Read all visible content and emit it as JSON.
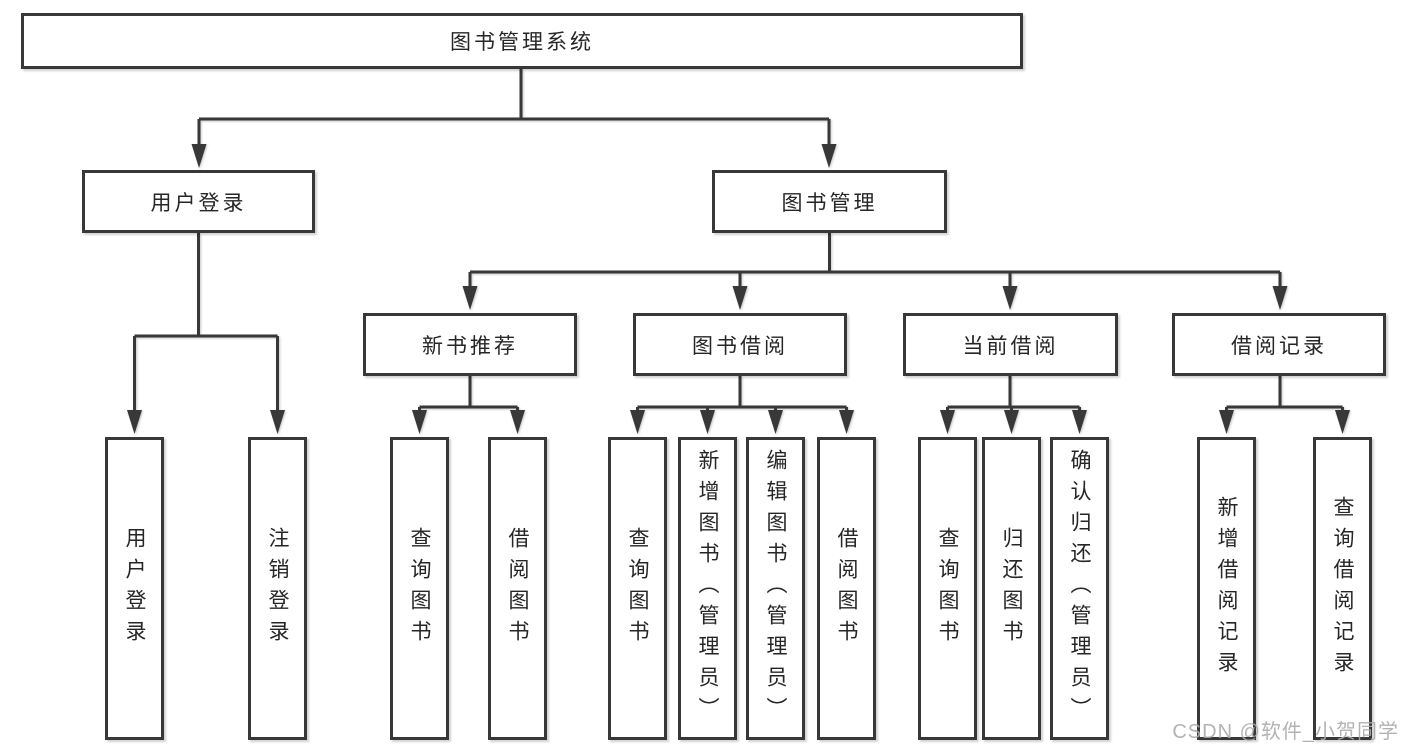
{
  "tree": {
    "label": "图书管理系统",
    "children": [
      {
        "label": "用户登录",
        "children": [
          {
            "label": "用户登录"
          },
          {
            "label": "注销登录"
          }
        ]
      },
      {
        "label": "图书管理",
        "children": [
          {
            "label": "新书推荐",
            "children": [
              {
                "label": "查询图书"
              },
              {
                "label": "借阅图书"
              }
            ]
          },
          {
            "label": "图书借阅",
            "children": [
              {
                "label": "查询图书"
              },
              {
                "label": "新增图书（管理员）"
              },
              {
                "label": "编辑图书（管理员）"
              },
              {
                "label": "借阅图书"
              }
            ]
          },
          {
            "label": "当前借阅",
            "children": [
              {
                "label": "查询图书"
              },
              {
                "label": "归还图书"
              },
              {
                "label": "确认归还（管理员）"
              }
            ]
          },
          {
            "label": "借阅记录",
            "children": [
              {
                "label": "新增借阅记录"
              },
              {
                "label": "查询借阅记录"
              }
            ]
          }
        ]
      }
    ]
  },
  "watermark": {
    "text": "CSDN @软件_小贺同学"
  },
  "colors": {
    "line": "#383838",
    "box_border": "#383838",
    "box_fill": "#ffffff",
    "text": "#262626",
    "watermark": "#ababab",
    "background": "#ffffff"
  }
}
